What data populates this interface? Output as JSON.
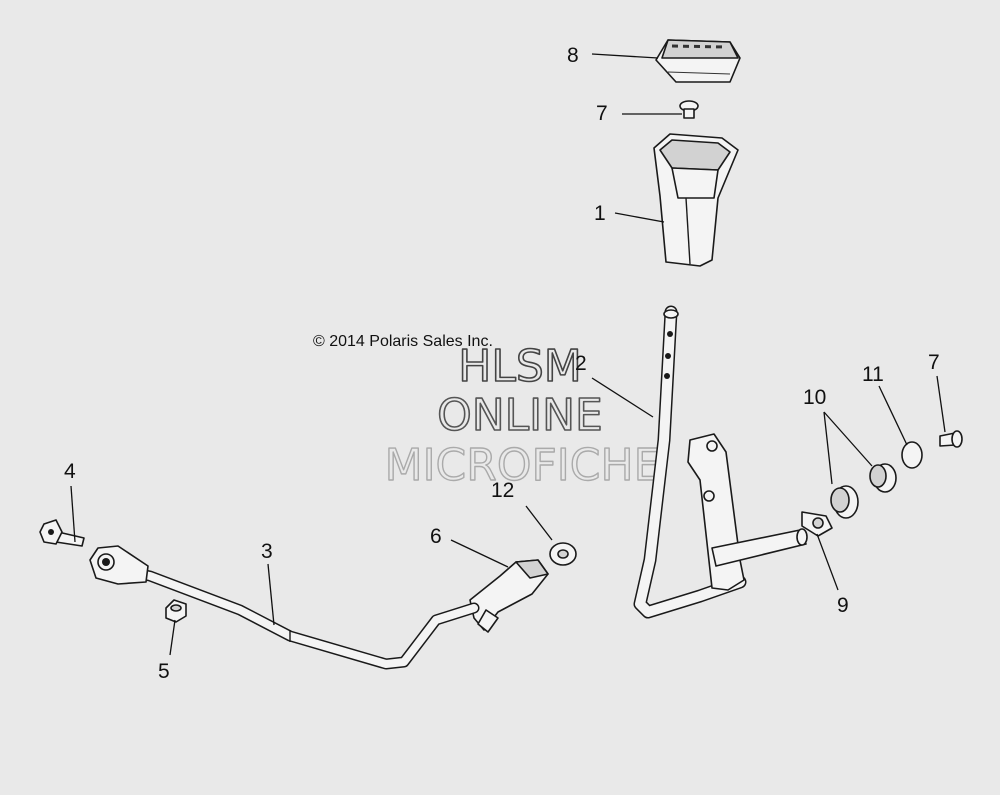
{
  "copyright": "© 2014 Polaris Sales Inc.",
  "watermark": {
    "line1": "HLSM",
    "line2": "ONLINE",
    "line3": "MICROFICHE"
  },
  "callouts": {
    "knob_cap": "8",
    "cap_screw_top": "7",
    "shift_knob": "1",
    "shift_lever": "2",
    "shift_rod": "3",
    "bolt": "4",
    "nut": "5",
    "rod_end_connector": "6",
    "washer_12": "12",
    "pivot_washer": "9",
    "bushing": "10",
    "flat_washer": "11",
    "cap_screw_right": "7"
  },
  "colors": {
    "background": "#e9e9e9",
    "line": "#1a1a1a"
  }
}
